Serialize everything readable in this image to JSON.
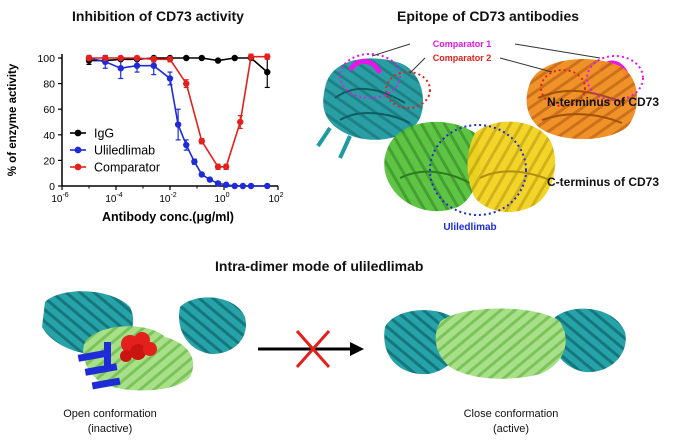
{
  "chart_title": "Inhibition of CD73 activity",
  "epitope_title": "Epitope of CD73 antibodies",
  "bottom_title": "Intra-dimer mode of uliledlimab",
  "epitope_labels": {
    "comparator1": "Comparator 1",
    "comparator2": "Comparator 2",
    "n_terminus": "N-terminus of CD73",
    "c_terminus": "C-terminus of CD73",
    "uliledlimab": "Uliledlimab"
  },
  "conformations": {
    "open_line1": "Open conformation",
    "open_line2": "(inactive)",
    "close_line1": "Close conformation",
    "close_line2": "(active)"
  },
  "colors": {
    "igg": "#000000",
    "uliledlimab": "#1f2bd6",
    "comparator": "#e3201b",
    "comparator1_label": "#e815e8",
    "comparator2_label": "#e3201b",
    "teal": "#1e9aa0",
    "orange": "#f08c1e",
    "green": "#7ed15a",
    "yellow": "#f2d21e"
  },
  "chart_data": {
    "type": "line",
    "xscale": "log",
    "xlabel": "Antibody conc.(μg/ml)",
    "ylabel": "% of enzyme activity",
    "xlim": [
      1e-06,
      100
    ],
    "ylim": [
      0,
      100
    ],
    "x_ticks": [
      {
        "value": 1e-06,
        "base": "10",
        "exp": "-6"
      },
      {
        "value": 0.0001,
        "base": "10",
        "exp": "-4"
      },
      {
        "value": 0.01,
        "base": "10",
        "exp": "-2"
      },
      {
        "value": 1,
        "base": "10",
        "exp": "0"
      },
      {
        "value": 100,
        "base": "10",
        "exp": "2"
      }
    ],
    "y_ticks": [
      "0",
      "20",
      "40",
      "60",
      "80",
      "100"
    ],
    "legend_position": "lower-left",
    "series": [
      {
        "name": "IgG",
        "color": "#000000",
        "x": [
          1e-05,
          4e-05,
          0.00015,
          0.0006,
          0.0025,
          0.01,
          0.04,
          0.15,
          0.6,
          2.5,
          10,
          40
        ],
        "y": [
          98,
          98,
          99,
          99,
          100,
          100,
          100,
          100,
          98,
          100,
          100,
          89
        ],
        "err": [
          3,
          2,
          1,
          1,
          1,
          1,
          1,
          1,
          1,
          1,
          1,
          12
        ]
      },
      {
        "name": "Uliledlimab",
        "color": "#1f2bd6",
        "x": [
          1e-05,
          4e-05,
          0.00015,
          0.0006,
          0.0025,
          0.01,
          0.02,
          0.04,
          0.08,
          0.15,
          0.3,
          0.6,
          1.2,
          2.5,
          5,
          10,
          40
        ],
        "y": [
          100,
          97,
          92,
          94,
          94,
          84,
          48,
          32,
          19,
          9,
          5,
          2,
          1,
          0,
          0,
          0,
          0
        ],
        "err": [
          1,
          5,
          8,
          5,
          7,
          5,
          12,
          4,
          2,
          1,
          1,
          1,
          0,
          0,
          0,
          0,
          0
        ]
      },
      {
        "name": "Comparator",
        "color": "#e3201b",
        "x": [
          1e-05,
          4e-05,
          0.00015,
          0.0006,
          0.0025,
          0.01,
          0.04,
          0.15,
          0.6,
          1.2,
          4,
          10,
          40
        ],
        "y": [
          100,
          100,
          100,
          100,
          99,
          99,
          80,
          35,
          15,
          15,
          50,
          101,
          101
        ],
        "err": [
          2,
          1,
          1,
          1,
          2,
          2,
          3,
          2,
          2,
          2,
          5,
          2,
          2
        ]
      }
    ]
  }
}
